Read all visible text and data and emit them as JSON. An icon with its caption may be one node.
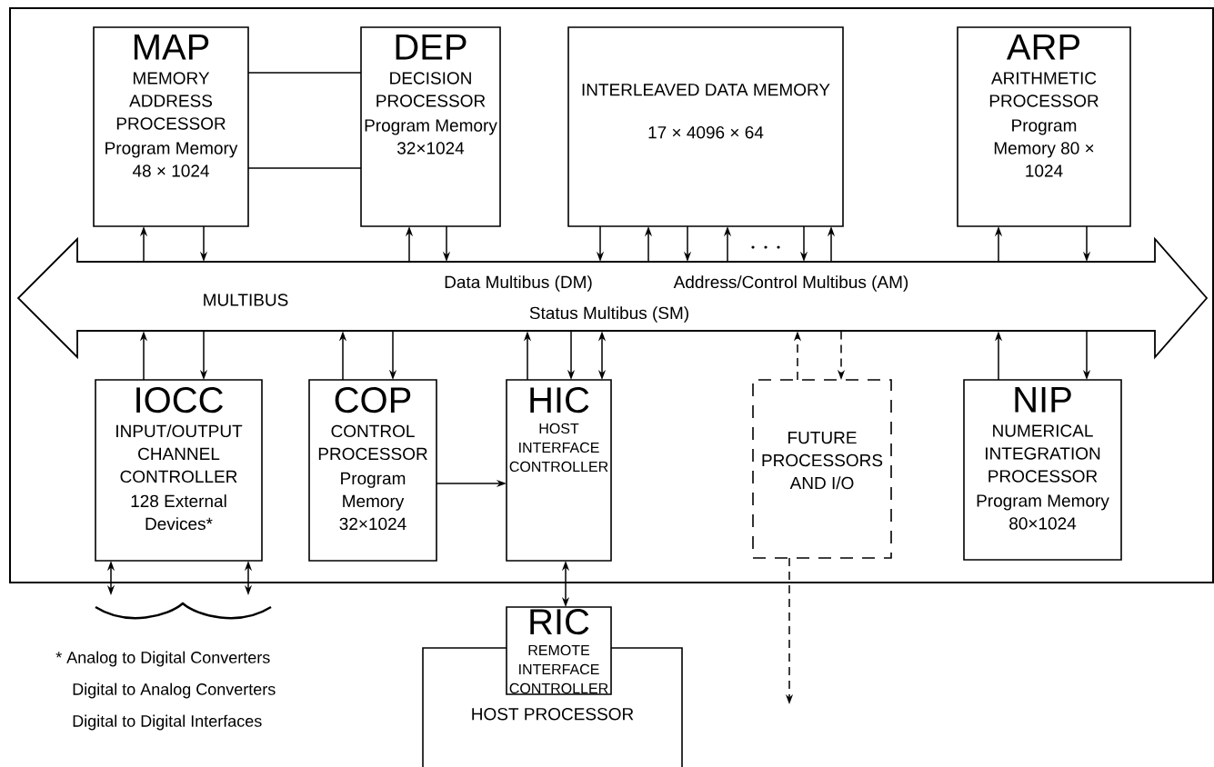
{
  "diagram": {
    "nodes": [
      {
        "text": [],
        "shape": "box"
      },
      {
        "text": [
          "MAP",
          "MEMORY ADDRESS PROCESSOR",
          "Program Memory 48 × 1024"
        ],
        "in": 0
      },
      {
        "text": [
          "DEP",
          "DECISION PROCESSOR",
          "Program Memory 32×1024"
        ],
        "in": 0
      },
      {
        "text": [
          "INTERLEAVED DATA MEMORY",
          "17 × 4096 × 64"
        ],
        "in": 0
      },
      {
        "text": [
          "ARP",
          "ARITHMETIC PROCESSOR",
          "Program Memory 80 × 1024"
        ],
        "in": 0
      },
      {
        "text": [
          "MULTIBUS",
          "Data Multibus (DM)",
          "Address/Control Multibus (AM)",
          "Status Multibus (SM)"
        ],
        "in": 0
      },
      {
        "text": [
          "IOCC",
          "INPUT/OUTPUT CHANNEL CONTROLLER",
          "128 External Devices*"
        ],
        "in": 0
      },
      {
        "text": [
          "COP",
          "CONTROL PROCESSOR",
          "Program Memory 32×1024"
        ],
        "in": 0
      },
      {
        "text": [
          "HIC",
          "HOST INTERFACE CONTROLLER"
        ],
        "in": 0
      },
      {
        "text": [
          "FUTURE PROCESSORS AND I/O"
        ],
        "in": 0
      },
      {
        "text": [
          "NIP",
          "NUMERICAL INTEGRATION PROCESSOR",
          "Program Memory 80×1024"
        ],
        "in": 0
      },
      {
        "text": [],
        "shape": "brace"
      },
      {
        "text": [
          "HOST PROCESSOR"
        ]
      },
      {
        "text": [
          "RIC",
          "REMOTE INTERFACE CONTROLLER"
        ]
      }
    ],
    "edges": [
      {
        "from": 5,
        "to": 1,
        "arrow": "to"
      },
      {
        "from": 1,
        "to": 5,
        "arrow": "to"
      },
      {
        "from": 1,
        "to": 2,
        "arrow": "none"
      },
      {
        "from": 1,
        "to": 2,
        "arrow": "none"
      },
      {
        "from": 5,
        "to": 2,
        "arrow": "to"
      },
      {
        "from": 2,
        "to": 5,
        "arrow": "to"
      },
      {
        "from": 3,
        "to": 5,
        "arrow": "to"
      },
      {
        "from": 5,
        "to": 3,
        "arrow": "to"
      },
      {
        "from": 3,
        "to": 5,
        "arrow": "to"
      },
      {
        "from": 5,
        "to": 3,
        "arrow": "to"
      },
      {
        "from": 3,
        "to": 5,
        "arrow": "to"
      },
      {
        "from": 5,
        "to": 3,
        "arrow": "to"
      },
      {
        "from": 5,
        "to": 4,
        "arrow": "to"
      },
      {
        "from": 4,
        "to": 5,
        "arrow": "to"
      },
      {
        "from": 6,
        "to": 5,
        "arrow": "to"
      },
      {
        "from": 5,
        "to": 6,
        "arrow": "to"
      },
      {
        "from": 7,
        "to": 5,
        "arrow": "to"
      },
      {
        "from": 5,
        "to": 7,
        "arrow": "to"
      },
      {
        "from": 8,
        "to": 5,
        "arrow": "to"
      },
      {
        "from": 5,
        "to": 8,
        "arrow": "to"
      },
      {
        "from": 8,
        "to": 5,
        "arrow": "both"
      },
      {
        "from": 9,
        "to": 5,
        "arrow": "to",
        "style": "dashed"
      },
      {
        "from": 5,
        "to": 9,
        "arrow": "to",
        "style": "dashed"
      },
      {
        "from": 10,
        "to": 5,
        "arrow": "to"
      },
      {
        "from": 5,
        "to": 10,
        "arrow": "to"
      },
      {
        "from": 7,
        "to": 8,
        "arrow": "to"
      },
      {
        "from": 8,
        "to": 13,
        "arrow": "both"
      },
      {
        "from": 6,
        "to": 11,
        "arrow": "both"
      },
      {
        "from": 6,
        "to": 11,
        "arrow": "both"
      },
      {
        "from": 9,
        "to": null,
        "arrow": "to",
        "style": "dashed"
      }
    ],
    "labels": [
      "* Analog to Digital Converters",
      "Digital to Analog Converters",
      "Digital to Digital Interfaces"
    ]
  }
}
